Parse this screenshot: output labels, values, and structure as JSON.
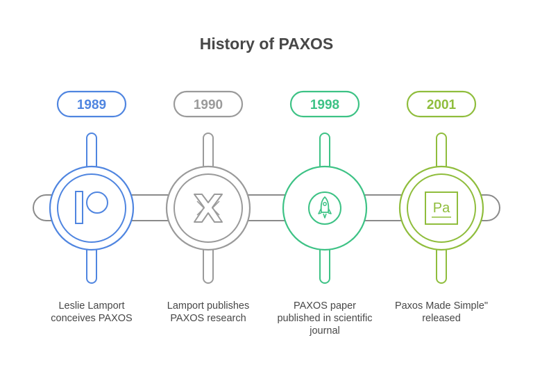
{
  "title": "History of PAXOS",
  "colors": {
    "text": "#474747",
    "track": "#8a8a8a"
  },
  "events": [
    {
      "year": "1989",
      "caption": "Leslie Lamport conceives PAXOS",
      "color": "#4f85e0",
      "icon": "patreon-p-icon"
    },
    {
      "year": "1990",
      "caption": "Lamport publishes PAXOS research",
      "color": "#9a9a9a",
      "icon": "cross-x-icon"
    },
    {
      "year": "1998",
      "caption": "PAXOS paper published in scientific journal",
      "color": "#3dc285",
      "icon": "rocket-icon"
    },
    {
      "year": "2001",
      "caption": "Paxos Made Simple\" released",
      "color": "#8fbd3c",
      "icon": "pa-document-icon"
    }
  ]
}
